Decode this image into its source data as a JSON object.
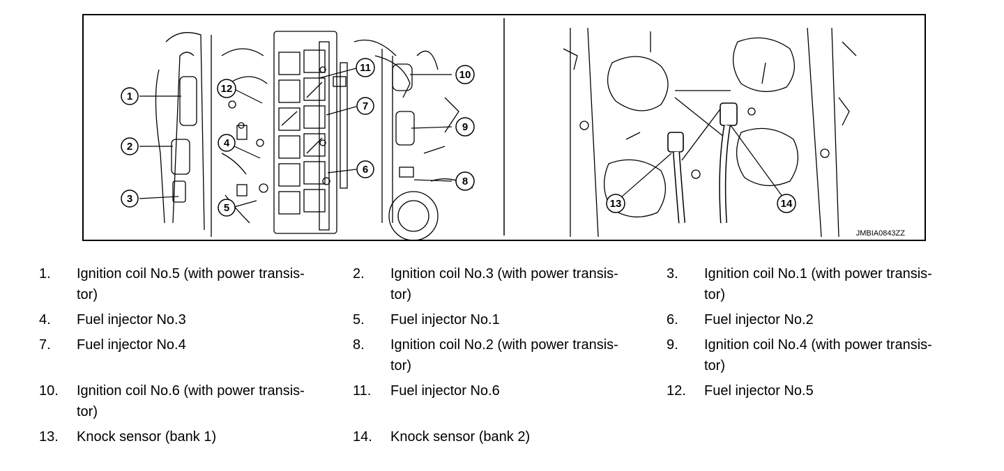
{
  "figure": {
    "id_label": "JMBIA0843ZZ",
    "callouts": [
      {
        "num": "1"
      },
      {
        "num": "2"
      },
      {
        "num": "3"
      },
      {
        "num": "4"
      },
      {
        "num": "5"
      },
      {
        "num": "6"
      },
      {
        "num": "7"
      },
      {
        "num": "8"
      },
      {
        "num": "9"
      },
      {
        "num": "10"
      },
      {
        "num": "11"
      },
      {
        "num": "12"
      },
      {
        "num": "13"
      },
      {
        "num": "14"
      }
    ]
  },
  "legend": {
    "items": [
      {
        "num": "1.",
        "line1": "Ignition coil No.5 (with power transis-",
        "line2": "tor)"
      },
      {
        "num": "2.",
        "line1": "Ignition coil No.3 (with power transis-",
        "line2": "tor)"
      },
      {
        "num": "3.",
        "line1": "Ignition coil No.1 (with power transis-",
        "line2": "tor)"
      },
      {
        "num": "4.",
        "line1": "Fuel injector No.3",
        "line2": ""
      },
      {
        "num": "5.",
        "line1": "Fuel injector No.1",
        "line2": ""
      },
      {
        "num": "6.",
        "line1": "Fuel injector No.2",
        "line2": ""
      },
      {
        "num": "7.",
        "line1": "Fuel injector No.4",
        "line2": ""
      },
      {
        "num": "8.",
        "line1": "Ignition coil No.2 (with power transis-",
        "line2": "tor)"
      },
      {
        "num": "9.",
        "line1": "Ignition coil No.4 (with power transis-",
        "line2": "tor)"
      },
      {
        "num": "10.",
        "line1": "Ignition coil No.6 (with power transis-",
        "line2": "tor)"
      },
      {
        "num": "11.",
        "line1": "Fuel injector No.6",
        "line2": ""
      },
      {
        "num": "12.",
        "line1": "Fuel injector No.5",
        "line2": ""
      },
      {
        "num": "13.",
        "line1": "Knock sensor (bank 1)",
        "line2": ""
      },
      {
        "num": "14.",
        "line1": "Knock sensor (bank 2)",
        "line2": ""
      }
    ]
  }
}
